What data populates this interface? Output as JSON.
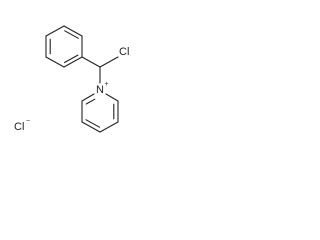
{
  "molecule": {
    "atoms": {
      "chlorine_substituent": "Cl",
      "pyridinium_nitrogen": "N",
      "nitrogen_charge": "+",
      "chloride_counterion": "Cl",
      "counterion_charge": "−"
    }
  }
}
